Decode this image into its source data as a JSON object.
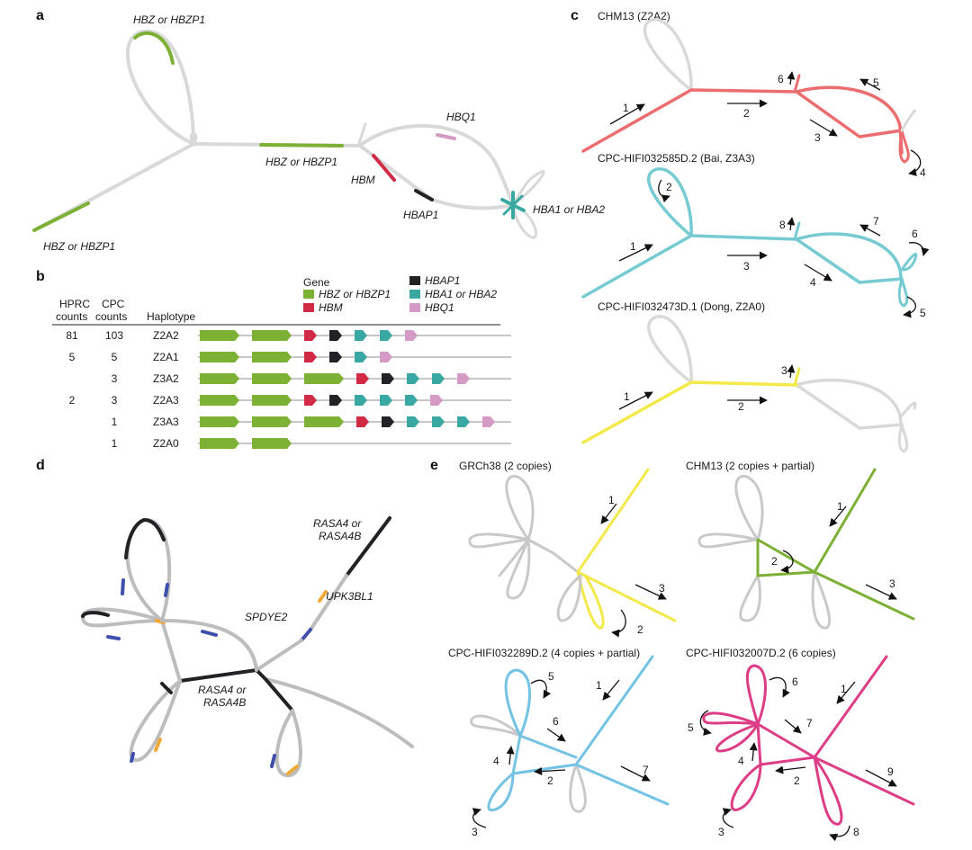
{
  "colors": {
    "gray": "#d9d9d9",
    "green": "#7cb135",
    "red": "#d02a45",
    "black": "#222226",
    "teal": "#3aa8a2",
    "pink": "#d59ac6",
    "salmon": "#ec6d6f",
    "cyan": "#76cbd3",
    "yellow": "#f3e94a",
    "lightblue": "#73c3e5",
    "magenta": "#dd3d86",
    "blue": "#3f4fad",
    "orange": "#f0a937",
    "dgray": "#bdbdbd"
  },
  "panel_labels": {
    "a": "a",
    "b": "b",
    "c": "c",
    "d": "d",
    "e": "e"
  },
  "panel_a": {
    "labels": {
      "hbz_top": "HBZ or HBZP1",
      "hbz_mid": "HBZ or HBZP1",
      "hbz_left": "HBZ or HBZP1",
      "hbm": "HBM",
      "hbap1": "HBAP1",
      "hbq1": "HBQ1",
      "hba": "HBA1 or HBA2"
    }
  },
  "panel_b": {
    "legend_title": "Gene",
    "legend": [
      {
        "label": "HBZ or HBZP1",
        "color": "#7cb135"
      },
      {
        "label": "HBM",
        "color": "#d02a45"
      },
      {
        "label": "HBAP1",
        "color": "#222226"
      },
      {
        "label": "HBA1 or HBA2",
        "color": "#3aa8a2"
      },
      {
        "label": "HBQ1",
        "color": "#d59ac6"
      }
    ],
    "headers": {
      "hprc_1": "HPRC",
      "hprc_2": "counts",
      "cpc_1": "CPC",
      "cpc_2": "counts",
      "haplotype": "Haplotype"
    },
    "rows": [
      {
        "hprc": "81",
        "cpc": "103",
        "haplotype": "Z2A2",
        "genes": [
          "Z",
          "Z",
          "M",
          "P",
          "A",
          "A",
          "Q"
        ]
      },
      {
        "hprc": "5",
        "cpc": "5",
        "haplotype": "Z2A1",
        "genes": [
          "Z",
          "Z",
          "M",
          "P",
          "A",
          "Q"
        ]
      },
      {
        "hprc": "",
        "cpc": "3",
        "haplotype": "Z3A2",
        "genes": [
          "Z",
          "Z",
          "Z",
          "M",
          "P",
          "A",
          "A",
          "Q"
        ]
      },
      {
        "hprc": "2",
        "cpc": "3",
        "haplotype": "Z2A3",
        "genes": [
          "Z",
          "Z",
          "M",
          "P",
          "A",
          "A",
          "A",
          "Q"
        ]
      },
      {
        "hprc": "",
        "cpc": "1",
        "haplotype": "Z3A3",
        "genes": [
          "Z",
          "Z",
          "Z",
          "M",
          "P",
          "A",
          "A",
          "A",
          "Q"
        ]
      },
      {
        "hprc": "",
        "cpc": "1",
        "haplotype": "Z2A0",
        "genes": [
          "Z",
          "Z"
        ]
      }
    ]
  },
  "panel_c": {
    "titles": [
      "CHM13 (Z2A2)",
      "CPC-HIFI032585D.2 (Bai, Z3A3)",
      "CPC-HIFI032473D.1 (Dong, Z2A0)"
    ],
    "steps_1": [
      "1",
      "2",
      "3",
      "4",
      "5",
      "6"
    ],
    "steps_2": [
      "1",
      "2",
      "3",
      "4",
      "5",
      "6",
      "7",
      "8"
    ],
    "steps_3": [
      "1",
      "2",
      "3"
    ]
  },
  "panel_d": {
    "labels": {
      "rasa_top_1": "RASA4 or",
      "rasa_top_2": "RASA4B",
      "upk": "UPK3BL1",
      "spdye": "SPDYE2",
      "rasa_mid_1": "RASA4 or",
      "rasa_mid_2": "RASA4B"
    }
  },
  "panel_e": {
    "titles": [
      "GRCh38 (2 copies)",
      "CHM13 (2 copies + partial)",
      "CPC-HIFI032289D.2 (4 copies + partial)",
      "CPC-HIFI032007D.2 (6 copies)"
    ],
    "steps_1": [
      "1",
      "2",
      "3"
    ],
    "steps_2": [
      "1",
      "2",
      "3"
    ],
    "steps_3": [
      "1",
      "2",
      "3",
      "4",
      "5",
      "6",
      "7"
    ],
    "steps_4": [
      "1",
      "2",
      "3",
      "4",
      "5",
      "6",
      "7",
      "8",
      "9"
    ]
  }
}
